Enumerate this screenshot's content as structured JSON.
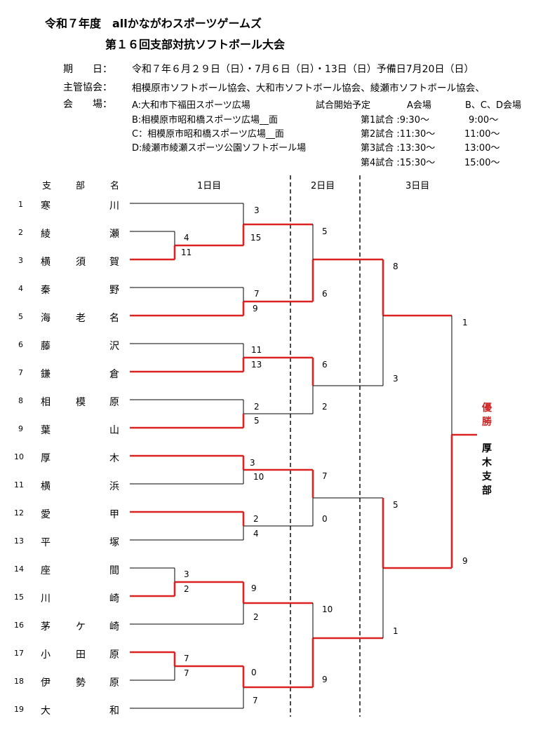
{
  "title": {
    "line1": "令和７年度　allかながわスポーツゲームズ",
    "line2": "第１６回支部対抗ソフトボール大会"
  },
  "info": {
    "dates_label": "期　　日：",
    "dates_value": "令和７年６月２９日（日）・7月６日（日）・13日（日）予備日7月20日（日）",
    "host_label": "主管協会：",
    "host_value": "相模原市ソフトボール協会、大和市ソフトボール協会、綾瀬市ソフトボール協会、",
    "venue_label": "会　　場：",
    "venues": [
      "A:大和市下福田スポーツ広場",
      "B:相模原市昭和橋スポーツ広場__面",
      "C：相模原市昭和橋スポーツ広場__面",
      "D:綾瀬市綾瀬スポーツ公園ソフトボール場"
    ],
    "schedule_label": "試合開始予定",
    "schedule_col_a": "A会場",
    "schedule_col_bcd": "B、C、D会場",
    "games": [
      {
        "label": "第1試合 :9:30～",
        "bcd": "9:00～"
      },
      {
        "label": "第2試合 :11:30～",
        "bcd": "11:00～"
      },
      {
        "label": "第3試合 :13:30～",
        "bcd": "13:00～"
      },
      {
        "label": "第4試合 :15:30～",
        "bcd": "15:00～"
      }
    ]
  },
  "headers": {
    "branch": [
      "支",
      "部",
      "名"
    ],
    "day1": "1日目",
    "day2": "2日目",
    "day3": "3日目"
  },
  "teams": [
    {
      "num": "1",
      "chars": [
        "寒",
        "",
        "川"
      ]
    },
    {
      "num": "2",
      "chars": [
        "綾",
        "",
        "瀬"
      ]
    },
    {
      "num": "3",
      "chars": [
        "横",
        "須",
        "賀"
      ]
    },
    {
      "num": "4",
      "chars": [
        "秦",
        "",
        "野"
      ]
    },
    {
      "num": "5",
      "chars": [
        "海",
        "老",
        "名"
      ]
    },
    {
      "num": "6",
      "chars": [
        "藤",
        "",
        "沢"
      ]
    },
    {
      "num": "7",
      "chars": [
        "鎌",
        "",
        "倉"
      ]
    },
    {
      "num": "8",
      "chars": [
        "相",
        "模",
        "原"
      ]
    },
    {
      "num": "9",
      "chars": [
        "葉",
        "",
        "山"
      ]
    },
    {
      "num": "10",
      "chars": [
        "厚",
        "",
        "木"
      ]
    },
    {
      "num": "11",
      "chars": [
        "横",
        "",
        "浜"
      ]
    },
    {
      "num": "12",
      "chars": [
        "愛",
        "",
        "甲"
      ]
    },
    {
      "num": "13",
      "chars": [
        "平",
        "",
        "塚"
      ]
    },
    {
      "num": "14",
      "chars": [
        "座",
        "",
        "間"
      ]
    },
    {
      "num": "15",
      "chars": [
        "川",
        "",
        "崎"
      ]
    },
    {
      "num": "16",
      "chars": [
        "茅",
        "ケ",
        "崎"
      ]
    },
    {
      "num": "17",
      "chars": [
        "小",
        "田",
        "原"
      ]
    },
    {
      "num": "18",
      "chars": [
        "伊",
        "勢",
        "原"
      ]
    },
    {
      "num": "19",
      "chars": [
        "大",
        "",
        "和"
      ]
    }
  ],
  "scores": [
    "3",
    "4",
    "15",
    "11",
    "5",
    "7",
    "6",
    "9",
    "8",
    "11",
    "6",
    "13",
    "2",
    "5",
    "2",
    "3",
    "10",
    "7",
    "2",
    "4",
    "0",
    "3",
    "2",
    "9",
    "10",
    "2",
    "7",
    "7",
    "0",
    "9",
    "7",
    "1",
    "3",
    "5",
    "1",
    "9"
  ],
  "champion": {
    "label_chars": [
      "優",
      "勝"
    ],
    "name_chars": [
      "厚",
      "木",
      "支",
      "部"
    ]
  },
  "colors": {
    "winner_line": "#dd2222",
    "loser_line": "#000000",
    "champion_label": "#cc2222"
  }
}
